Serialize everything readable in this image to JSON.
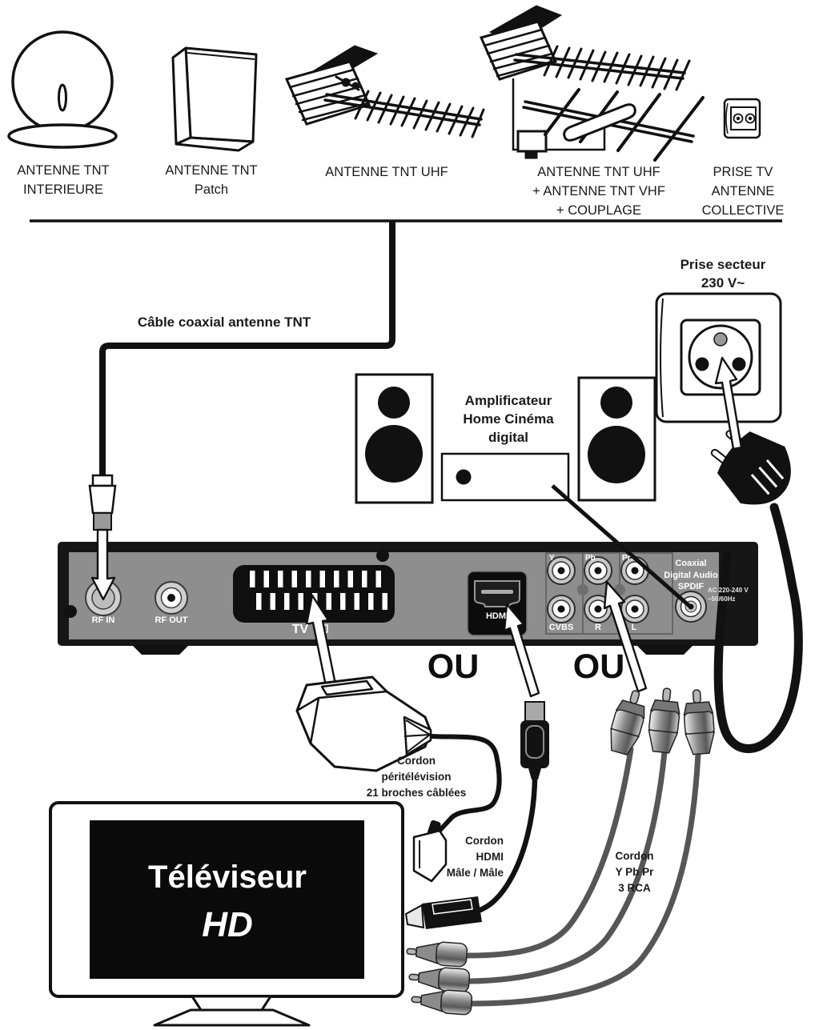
{
  "antennas": {
    "items": [
      {
        "label": "ANTENNE TNT\nINTERIEURE"
      },
      {
        "label": "ANTENNE TNT\nPatch"
      },
      {
        "label": "ANTENNE TNT UHF"
      },
      {
        "label": "ANTENNE TNT UHF\n+ ANTENNE TNT VHF\n+ COUPLAGE"
      },
      {
        "label": "PRISE TV\nANTENNE\nCOLLECTIVE"
      }
    ]
  },
  "cable": {
    "label": "Câble coaxial antenne TNT"
  },
  "power": {
    "outlet_label": "Prise secteur\n230 V~"
  },
  "amplifier": {
    "label": "Amplificateur\nHome Cinéma\ndigital"
  },
  "receiver": {
    "ports": {
      "rf_in": "RF IN",
      "rf_out": "RF OUT",
      "scart": "TV",
      "hdmi": "HDMI",
      "component_y": "Y",
      "component_pb": "Pb",
      "component_pr": "Pr",
      "cvbs": "CVBS",
      "audio_r": "R",
      "audio_l": "L",
      "spdif": "Coaxial\nDigital Audio\nSPDIF",
      "ac_rating": "AC 220-240 V\n~50/60Hz"
    }
  },
  "connections": {
    "or_1": "OU",
    "or_2": "OU",
    "scart_cord": "Cordon\npéritélévision\n21 broches câblées",
    "hdmi_cord": "Cordon\nHDMI\nMâle / Mâle",
    "component_cord": "Cordon\nY Pb Pr\n3 RCA"
  },
  "tv": {
    "title": "Téléviseur",
    "subtitle": "HD"
  },
  "colors": {
    "ink": "#1a1a1a",
    "panel_gray": "#8e8e8e",
    "cable_gray": "#565656"
  }
}
